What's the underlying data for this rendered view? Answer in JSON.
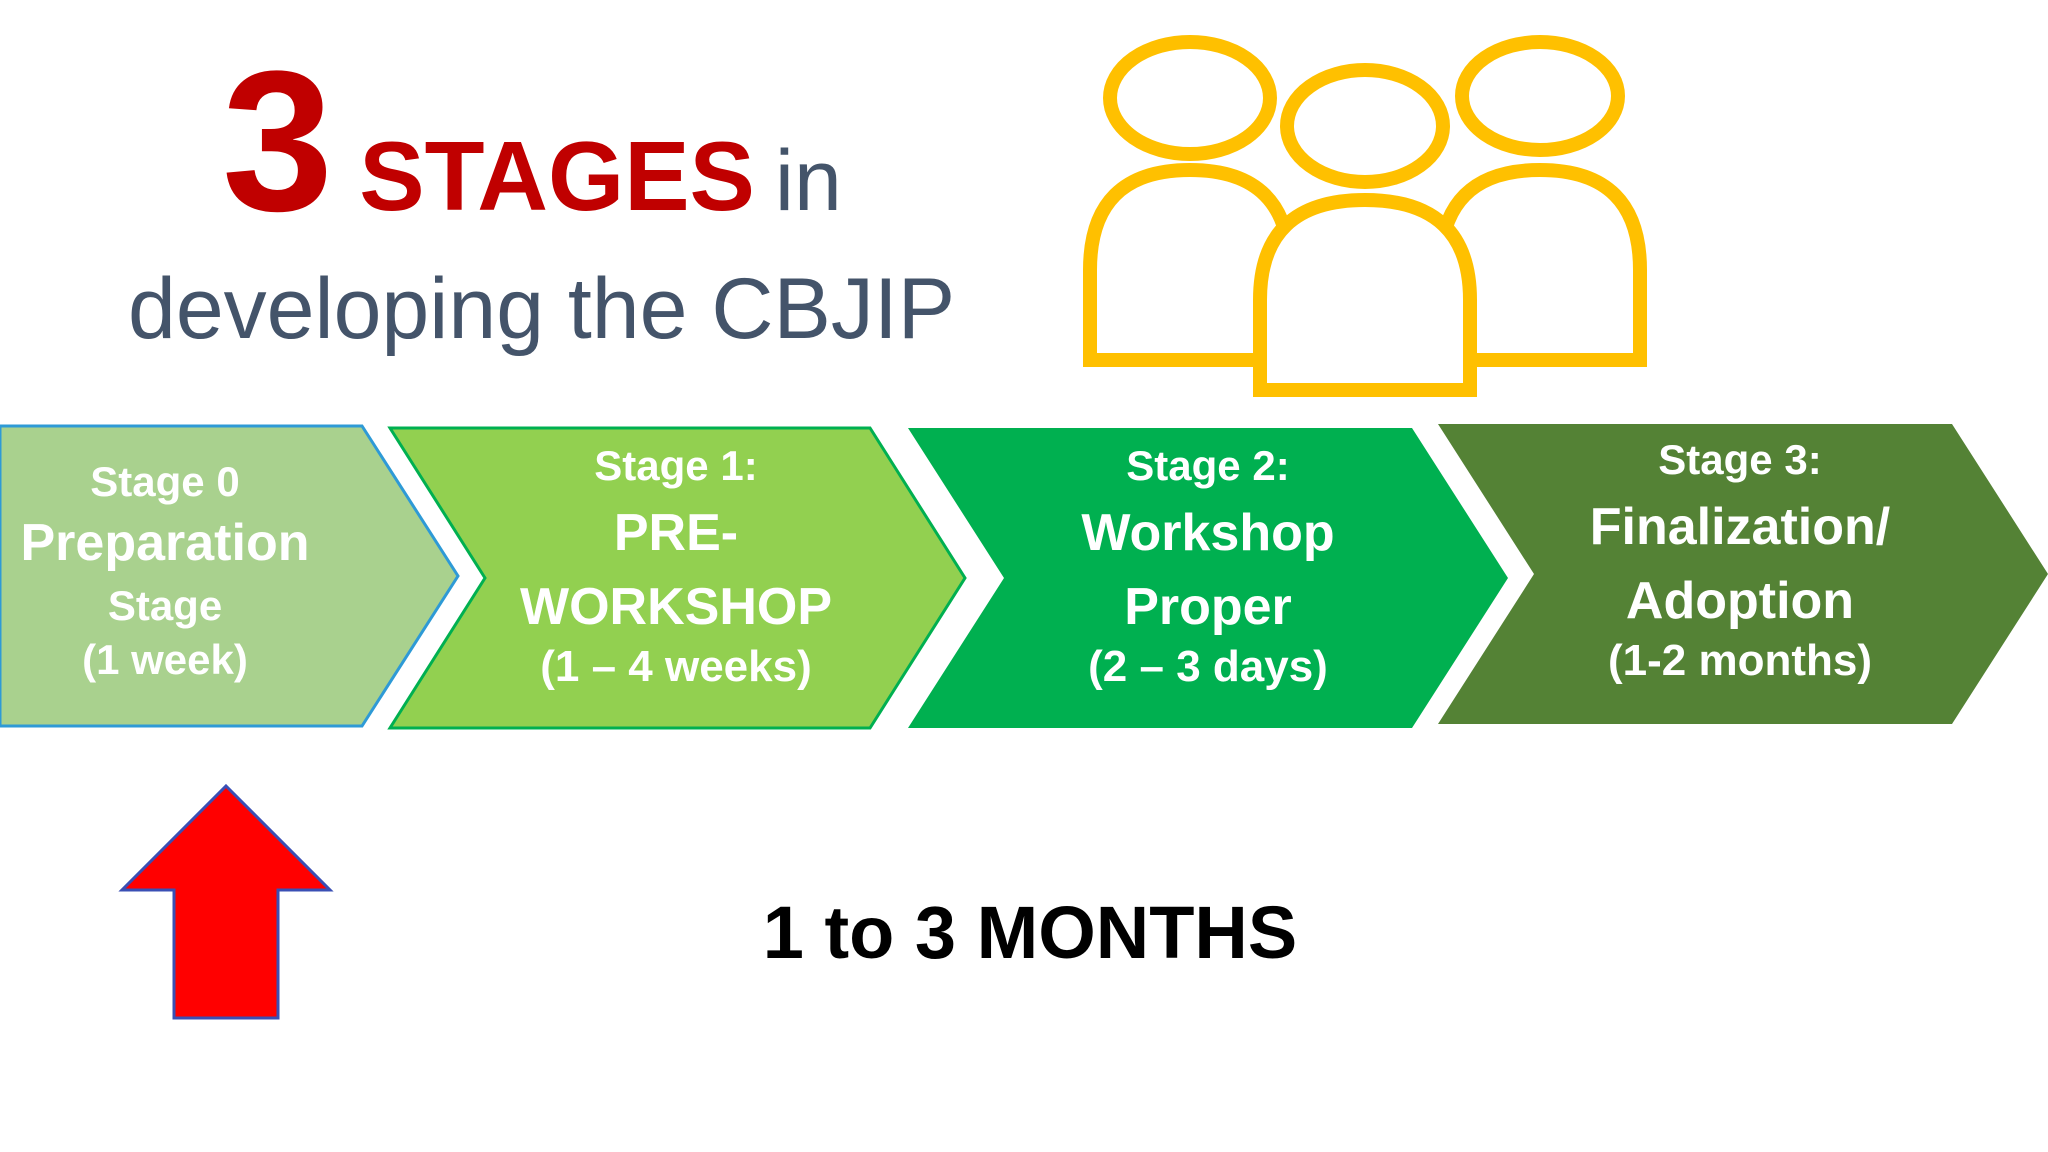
{
  "title": {
    "number": "3",
    "stages_word": "STAGES",
    "in_word": "in",
    "line2": "developing the CBJIP"
  },
  "icon": "people-group-icon",
  "stages": [
    {
      "label": "Stage 0",
      "name": "Preparation",
      "name2": "Stage",
      "duration": "(1 week)",
      "color": "#a9d18e"
    },
    {
      "label": "Stage 1:",
      "name": "PRE-",
      "name2": "WORKSHOP",
      "duration": "(1 – 4 weeks)",
      "color": "#92d050"
    },
    {
      "label": "Stage 2:",
      "name": "Workshop",
      "name2": "Proper",
      "duration": "(2 – 3 days)",
      "color": "#00b050"
    },
    {
      "label": "Stage 3:",
      "name": "Finalization/",
      "name2": "Adoption",
      "duration": "(1-2 months)",
      "color": "#548235"
    }
  ],
  "arrow_icon": "up-arrow-icon",
  "total_duration": "1 to 3 MONTHS",
  "colors": {
    "title_red": "#c00000",
    "title_gray": "#44546a",
    "icon_yellow": "#ffc000",
    "arrow_red": "#ff0000"
  }
}
